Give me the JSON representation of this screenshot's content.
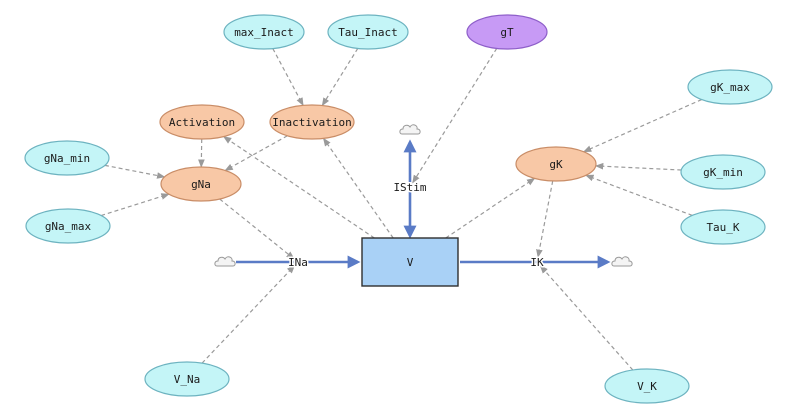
{
  "colors": {
    "constant_fill": "#c4f5f7",
    "constant_stroke": "#6db3c0",
    "variable_fill": "#f8c8a6",
    "variable_stroke": "#c98d67",
    "purple_fill": "#c79af5",
    "purple_stroke": "#8e5fc9",
    "stock_fill": "#a9d1f6",
    "stock_stroke": "#2f2f2f",
    "flow": "#5a7bc6",
    "link": "#9a9a9a"
  },
  "nodes": [
    {
      "id": "max_Inact",
      "label": "max_Inact",
      "kind": "constant"
    },
    {
      "id": "Tau_Inact",
      "label": "Tau_Inact",
      "kind": "constant"
    },
    {
      "id": "gT",
      "label": "gT",
      "kind": "purple"
    },
    {
      "id": "gK_max",
      "label": "gK_max",
      "kind": "constant"
    },
    {
      "id": "Activation",
      "label": "Activation",
      "kind": "variable"
    },
    {
      "id": "Inactivation",
      "label": "Inactivation",
      "kind": "variable"
    },
    {
      "id": "gNa_min",
      "label": "gNa_min",
      "kind": "constant"
    },
    {
      "id": "gNa",
      "label": "gNa",
      "kind": "variable"
    },
    {
      "id": "gK",
      "label": "gK",
      "kind": "variable"
    },
    {
      "id": "gK_min",
      "label": "gK_min",
      "kind": "constant"
    },
    {
      "id": "gNa_max",
      "label": "gNa_max",
      "kind": "constant"
    },
    {
      "id": "Tau_K",
      "label": "Tau_K",
      "kind": "constant"
    },
    {
      "id": "V_Na",
      "label": "V_Na",
      "kind": "constant"
    },
    {
      "id": "V_K",
      "label": "V_K",
      "kind": "constant"
    }
  ],
  "stock": {
    "id": "V",
    "label": "V"
  },
  "flows": [
    {
      "id": "INa",
      "label": "INa"
    },
    {
      "id": "IK",
      "label": "IK"
    },
    {
      "id": "IStim",
      "label": "IStim"
    }
  ],
  "links": [
    [
      "max_Inact",
      "Inactivation"
    ],
    [
      "Tau_Inact",
      "Inactivation"
    ],
    [
      "Activation",
      "gNa"
    ],
    [
      "Inactivation",
      "gNa"
    ],
    [
      "gNa_min",
      "gNa"
    ],
    [
      "gNa_max",
      "gNa"
    ],
    [
      "gNa",
      "INa"
    ],
    [
      "V_Na",
      "INa"
    ],
    [
      "V",
      "Activation"
    ],
    [
      "V",
      "Inactivation"
    ],
    [
      "gT",
      "IStim"
    ],
    [
      "V",
      "gK"
    ],
    [
      "gK_max",
      "gK"
    ],
    [
      "gK_min",
      "gK"
    ],
    [
      "Tau_K",
      "gK"
    ],
    [
      "gK",
      "IK"
    ],
    [
      "V_K",
      "IK"
    ]
  ]
}
